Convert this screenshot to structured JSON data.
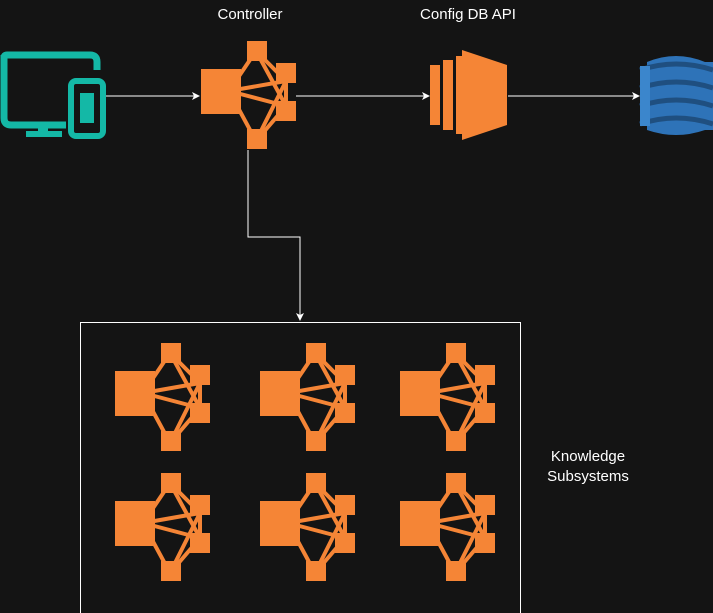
{
  "nodes": {
    "client": {
      "icon": "desktop-mobile-icon",
      "color": "#14b8a6"
    },
    "controller": {
      "label": "Controller",
      "icon": "step-functions-icon",
      "color": "#f58536"
    },
    "config_db_api": {
      "label": "Config DB API",
      "icon": "ec2-instance-icon",
      "color": "#f58536"
    },
    "database": {
      "icon": "dynamodb-icon",
      "color": "#2e73b8"
    },
    "knowledge_subsystems": {
      "label": "Knowledge\nSubsystems",
      "count": 6
    }
  },
  "edges": [
    {
      "from": "client",
      "to": "controller"
    },
    {
      "from": "controller",
      "to": "config_db_api"
    },
    {
      "from": "config_db_api",
      "to": "database"
    },
    {
      "from": "controller",
      "to": "knowledge_subsystems"
    }
  ]
}
